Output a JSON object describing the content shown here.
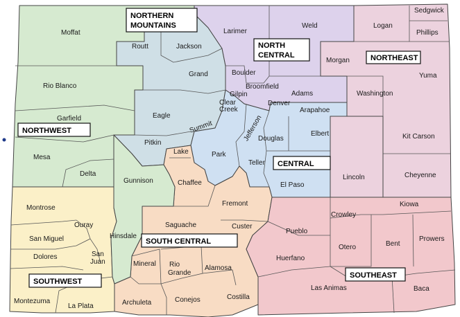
{
  "colors": {
    "northwest": "#d6ead0",
    "northern_mountains": "#cfdfe6",
    "north_central": "#ddd2ec",
    "northeast": "#ecd2de",
    "central": "#cfe0f2",
    "south_central": "#f8dcc4",
    "southwest": "#fbf0c8",
    "southeast": "#f2c8cc",
    "border": "#444444"
  },
  "regions": {
    "northwest": "NORTHWEST",
    "northern_mountains_1": "NORTHERN",
    "northern_mountains_2": "MOUNTAINS",
    "north_central_1": "NORTH",
    "north_central_2": "CENTRAL",
    "northeast": "NORTHEAST",
    "central": "CENTRAL",
    "south_central": "SOUTH CENTRAL",
    "southwest": "SOUTHWEST",
    "southeast": "SOUTHEAST"
  },
  "counties": {
    "moffat": "Moffat",
    "routt": "Routt",
    "jackson": "Jackson",
    "larimer": "Larimer",
    "weld": "Weld",
    "logan": "Logan",
    "sedgwick": "Sedgwick",
    "phillips": "Phillips",
    "rio_blanco": "Rio Blanco",
    "grand": "Grand",
    "morgan": "Morgan",
    "yuma": "Yuma",
    "boulder": "Boulder",
    "broomfield": "Broomfield",
    "gilpin": "Gilpin",
    "clear_creek_1": "Clear",
    "clear_creek_2": "Creek",
    "adams": "Adams",
    "washington": "Washington",
    "garfield": "Garfield",
    "eagle": "Eagle",
    "denver": "Denver",
    "arapahoe": "Arapahoe",
    "summit": "Summit",
    "jefferson": "Jefferson",
    "elbert": "Elbert",
    "kit_carson": "Kit Carson",
    "mesa": "Mesa",
    "pitkin": "Pitkin",
    "douglas": "Douglas",
    "lake": "Lake",
    "park": "Park",
    "delta": "Delta",
    "teller": "Teller",
    "cheyenne": "Cheyenne",
    "gunnison": "Gunnison",
    "chaffee": "Chaffee",
    "el_paso": "El Paso",
    "lincoln": "Lincoln",
    "fremont": "Fremont",
    "kiowa": "Kiowa",
    "montrose": "Montrose",
    "ouray": "Ouray",
    "saguache": "Saguache",
    "custer": "Custer",
    "crowley": "Crowley",
    "pueblo": "Pueblo",
    "hinsdale": "Hinsdale",
    "prowers": "Prowers",
    "san_miguel": "San Miguel",
    "san_juan_1": "San",
    "san_juan_2": "Juan",
    "otero": "Otero",
    "bent": "Bent",
    "dolores": "Dolores",
    "mineral": "Mineral",
    "rio_grande_1": "Rio",
    "rio_grande_2": "Grande",
    "alamosa": "Alamosa",
    "huerfano": "Huerfano",
    "montezuma": "Montezuma",
    "la_plata": "La Plata",
    "archuleta": "Archuleta",
    "conejos": "Conejos",
    "costilla": "Costilla",
    "las_animas": "Las Animas",
    "baca": "Baca"
  }
}
